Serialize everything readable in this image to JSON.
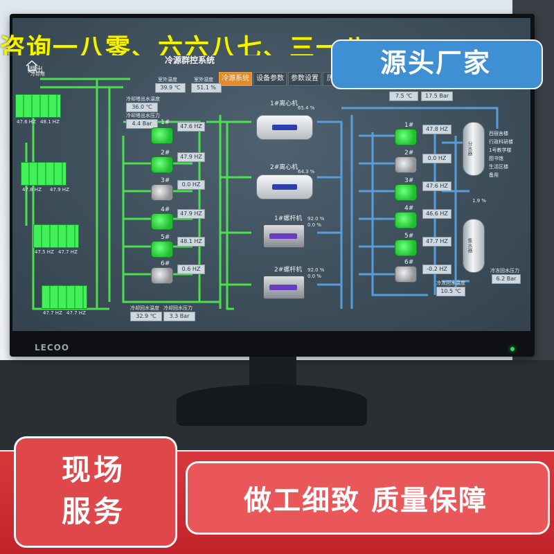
{
  "banner": {
    "top_text": "咨询一八零、六六八七、三一八一",
    "brand": "源头厂家"
  },
  "scada": {
    "title": "冷源群控系统",
    "exit": "退出",
    "tabs": [
      {
        "label": "冷源系统",
        "active": true
      },
      {
        "label": "设备参数",
        "active": false
      },
      {
        "label": "参数设置",
        "active": false
      },
      {
        "label": "历史",
        "active": false
      }
    ],
    "cooling_tower_label": "冷却塔",
    "top_readouts": [
      {
        "label": "室外温度",
        "value": "39.9 ℃"
      },
      {
        "label": "室外湿度",
        "value": "51.1 %"
      }
    ],
    "left_readouts": [
      {
        "label": "冷却塔出水温度",
        "value": "36.0 ℃"
      },
      {
        "label": "冷却塔出水压力",
        "value": "4.4 Bar"
      }
    ],
    "bottom_readouts": [
      {
        "label": "冷却回水温度",
        "value": "32.9 ℃"
      },
      {
        "label": "冷却回水压力",
        "value": "3.3 Bar"
      }
    ],
    "tower_freqs": [
      "47.6 HZ",
      "48.1 HZ",
      "47.8 HZ",
      "47.9 HZ",
      "47.5 HZ",
      "47.7 HZ",
      "47.7 HZ",
      "47.7 HZ"
    ],
    "cooling_pumps": [
      {
        "name": "1#",
        "freq": "47.6 HZ",
        "on": true
      },
      {
        "name": "2#",
        "freq": "47.9 HZ",
        "on": true
      },
      {
        "name": "3#",
        "freq": "0.0 HZ",
        "on": false
      },
      {
        "name": "4#",
        "freq": "47.9 HZ",
        "on": true
      },
      {
        "name": "5#",
        "freq": "48.1 HZ",
        "on": true
      },
      {
        "name": "6#",
        "freq": "0.6 HZ",
        "on": false
      }
    ],
    "chillers": [
      {
        "name": "1#离心机",
        "load": "65.4 %",
        "extra": ""
      },
      {
        "name": "2#离心机",
        "load": "64.3 %",
        "extra": ""
      },
      {
        "name": "1#螺杆机",
        "load": "92.0 %",
        "extra": "0.0 %"
      },
      {
        "name": "2#螺杆机",
        "load": "92.0 %",
        "extra": "0.0 %"
      }
    ],
    "chilled_top": [
      {
        "value": "7.5 ℃"
      },
      {
        "value": "17.5 Bar"
      }
    ],
    "chilled_pumps": [
      {
        "name": "1#",
        "freq": "47.8 HZ",
        "on": true
      },
      {
        "name": "2#",
        "freq": "0.0 HZ",
        "on": false
      },
      {
        "name": "3#",
        "freq": "47.6 HZ",
        "on": true
      },
      {
        "name": "4#",
        "freq": "46.6 HZ",
        "on": true
      },
      {
        "name": "5#",
        "freq": "47.7 HZ",
        "on": true
      },
      {
        "name": "6#",
        "freq": "-0.2 HZ",
        "on": false
      }
    ],
    "distributor_label": "分水器",
    "collector_label": "集水器",
    "branches": [
      "西宿舍楼",
      "行政科研楼",
      "1号教学楼",
      "图书馆",
      "生活区楼",
      "备用"
    ],
    "bypass_value": "1.9 %",
    "right_readouts": [
      {
        "label": "冷冻回水压力",
        "value": "6.2 Bar"
      },
      {
        "label": "冷冻回水温度",
        "value": "10.5 ℃"
      }
    ]
  },
  "footer": {
    "onsite_line1": "现场",
    "onsite_line2": "服务",
    "slogan": "做工细致 质量保障"
  },
  "colors": {
    "pipe_green": "#4cf04c",
    "pipe_blue": "#5aa6e8",
    "accent_tab": "#e58a2a",
    "banner_yellow": "#f6f200",
    "brand_blue": "#3f8fd4",
    "footer_red": "#d8383c"
  }
}
